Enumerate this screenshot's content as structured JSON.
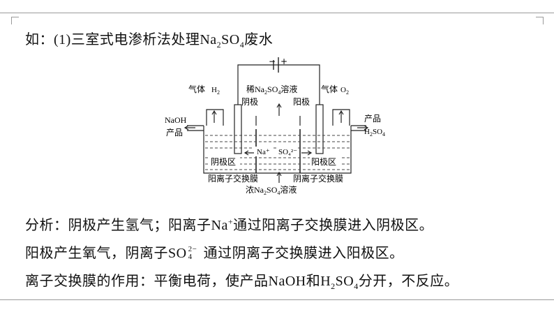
{
  "title": {
    "prefix": "如：",
    "number": "(1)",
    "text_a": "三室式电渗析法处理",
    "formula": "Na2SO4",
    "text_b": "废水"
  },
  "diagram": {
    "minus": "−",
    "plus": "+",
    "gas_left": "气体",
    "gas_left_formula": "H2",
    "gas_right": "气体",
    "gas_right_formula": "O2",
    "dilute_label": "稀Na2SO4溶液",
    "cathode": "阴极",
    "anode": "阳极",
    "left_product_a": "NaOH",
    "left_product_b": "产品",
    "right_product_a": "产品",
    "right_product_b": "H2SO4",
    "ion_na": "Na⁺",
    "ion_so4": "SO₄²⁻",
    "cathode_zone": "阴极区",
    "anode_zone": "阳极区",
    "cation_membrane": "阳离子交换膜",
    "anion_membrane": "阴离子交换膜",
    "conc_label": "浓Na2SO4溶液"
  },
  "analysis": {
    "line1_a": "分析：阴极产生氢气；阳离子",
    "line1_ion": "Na",
    "line1_charge": "+",
    "line1_b": "通过阳离子交换膜进入阴极区。",
    "line2_a": "阳极产生氧气，阴离子",
    "line2_ion_sym": "SO",
    "line2_ion_charge": "2−",
    "line2_ion_sub": "4",
    "line2_b": "通过阴离子交换膜进入阳极区。",
    "line3_a": "离子交换膜的作用：平衡电荷，使产品",
    "line3_naoh": "NaOH",
    "line3_and": "和",
    "line3_h2so4": "H2SO4",
    "line3_b": "分开，不反应。"
  }
}
